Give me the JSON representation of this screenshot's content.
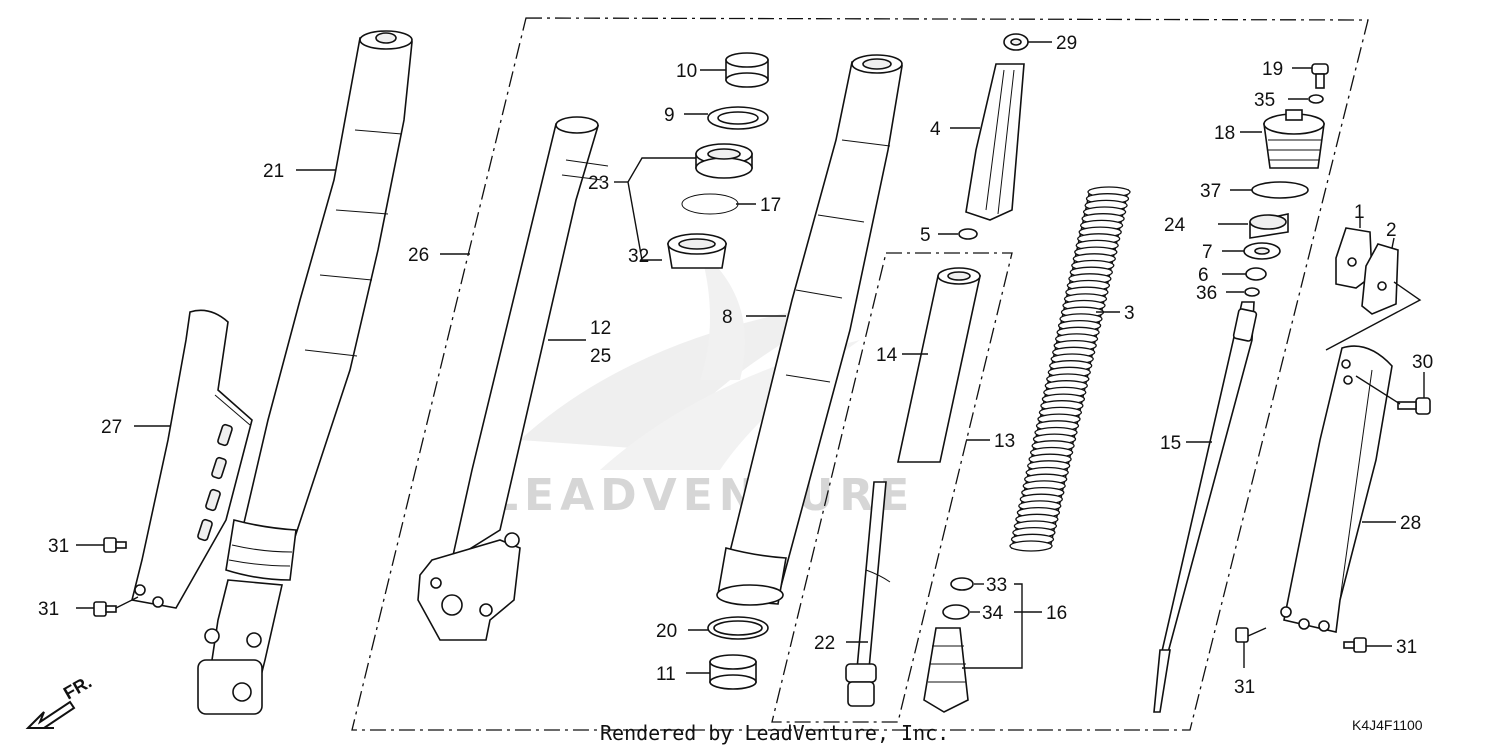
{
  "diagram": {
    "watermark": "LEADVENTURE",
    "credit": "Rendered by LeadVenture, Inc.",
    "diagram_code": "K4J4F1100",
    "direction_label": "FR.",
    "callouts": {
      "c1": "1",
      "c2": "2",
      "c3": "3",
      "c4": "4",
      "c5": "5",
      "c6": "6",
      "c7": "7",
      "c8": "8",
      "c9": "9",
      "c10": "10",
      "c11": "11",
      "c12": "12",
      "c13": "13",
      "c14": "14",
      "c15": "15",
      "c16": "16",
      "c17": "17",
      "c18": "18",
      "c19": "19",
      "c20": "20",
      "c21": "21",
      "c22": "22",
      "c23": "23",
      "c24": "24",
      "c25": "25",
      "c26": "26",
      "c27": "27",
      "c28": "28",
      "c29": "29",
      "c30": "30",
      "c31a": "31",
      "c31b": "31",
      "c31c": "31",
      "c31d": "31",
      "c32": "32",
      "c33": "33",
      "c34": "34",
      "c35": "35",
      "c36": "36",
      "c37": "37"
    }
  }
}
